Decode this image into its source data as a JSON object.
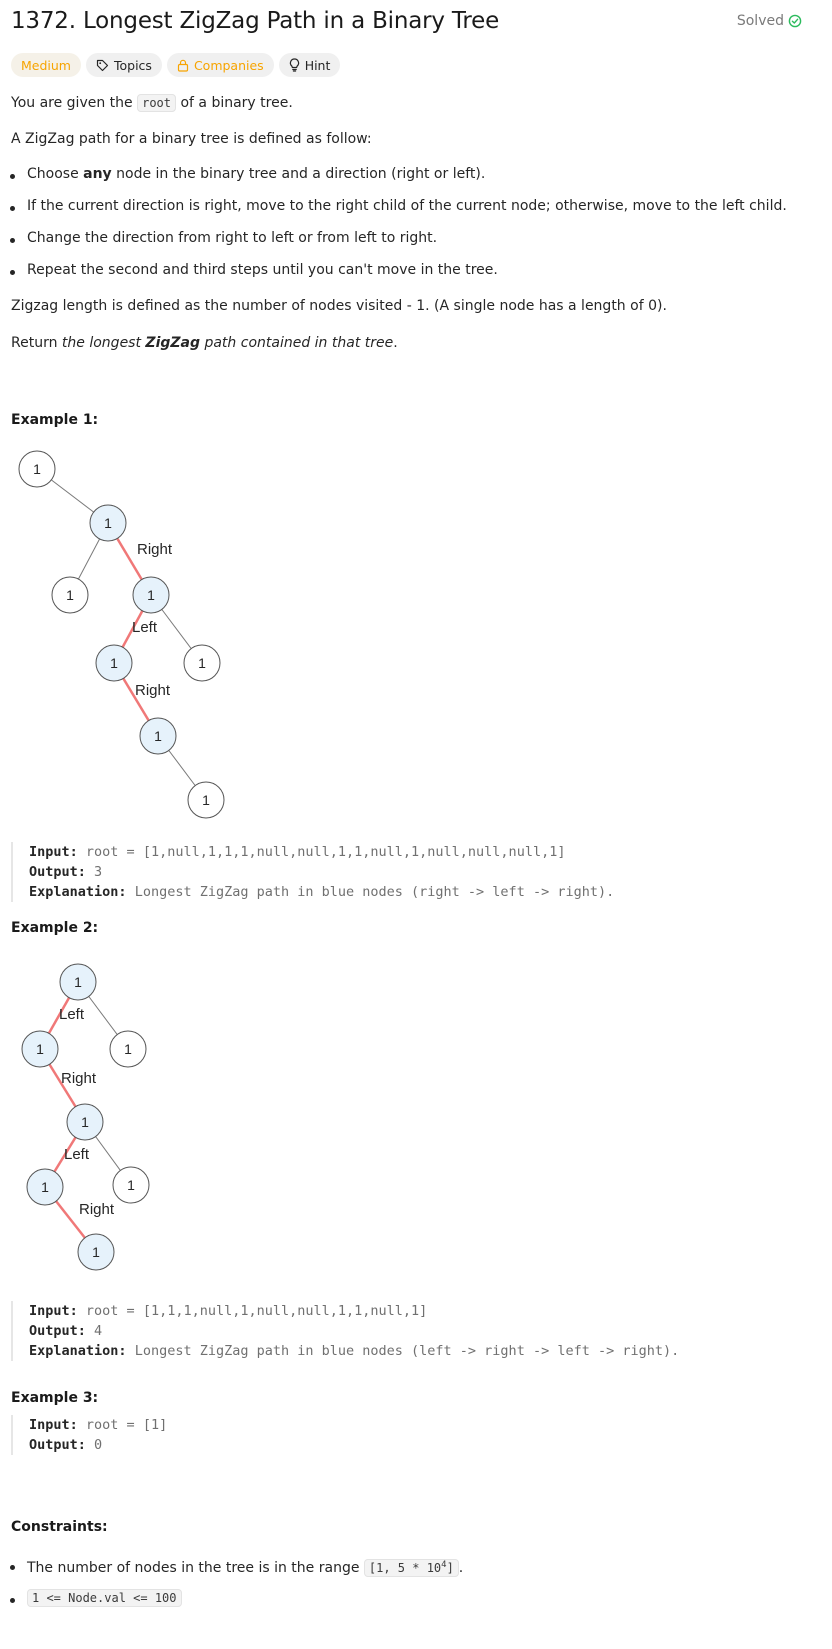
{
  "header": {
    "title": "1372. Longest ZigZag Path in a Binary Tree",
    "solved_label": "Solved"
  },
  "tags": {
    "difficulty": "Medium",
    "topics": "Topics",
    "companies": "Companies",
    "hint": "Hint"
  },
  "description": {
    "p1_pre": "You are given the ",
    "p1_code": "root",
    "p1_post": " of a binary tree.",
    "p2": "A ZigZag path for a binary tree is defined as follow:",
    "bullet1_pre": "Choose ",
    "bullet1_bold": "any",
    "bullet1_post": " node in the binary tree and a direction (right or left).",
    "bullet2": "If the current direction is right, move to the right child of the current node; otherwise, move to the left child.",
    "bullet3": "Change the direction from right to left or from left to right.",
    "bullet4": "Repeat the second and third steps until you can't move in the tree.",
    "p3": "Zigzag length is defined as the number of nodes visited - 1. (A single node has a length of 0).",
    "p4_pre": "Return ",
    "p4_em1": "the longest ",
    "p4_emb": "ZigZag",
    "p4_em2": " path contained in that tree",
    "p4_post": "."
  },
  "example1": {
    "title": "Example 1:",
    "input_label": "Input:",
    "input_value": "root = [1,null,1,1,1,null,null,1,1,null,1,null,null,null,1]",
    "output_label": "Output:",
    "output_value": "3",
    "explanation_label": "Explanation:",
    "explanation_value": "Longest ZigZag path in blue nodes (right -> left -> right).",
    "node_value": "1",
    "edge_labels": [
      "Right",
      "Left",
      "Right"
    ]
  },
  "example2": {
    "title": "Example 2:",
    "input_label": "Input:",
    "input_value": "root = [1,1,1,null,1,null,null,1,1,null,1]",
    "output_label": "Output:",
    "output_value": "4",
    "explanation_label": "Explanation:",
    "explanation_value": "Longest ZigZag path in blue nodes (left -> right -> left -> right).",
    "node_value": "1",
    "edge_labels": [
      "Left",
      "Right",
      "Left",
      "Right"
    ]
  },
  "example3": {
    "title": "Example 3:",
    "input_label": "Input:",
    "input_value": "root = [1]",
    "output_label": "Output:",
    "output_value": "0"
  },
  "constraints": {
    "title": "Constraints:",
    "c1_pre": "The number of nodes in the tree is in the range ",
    "c1_code_pre": "[1, 5 * 10",
    "c1_code_sup": "4",
    "c1_code_post": "]",
    "c1_post": ".",
    "c2_code": "1 <= Node.val <= 100"
  },
  "colors": {
    "highlight_edge": "#f07878",
    "highlight_node": "#e6f2fb",
    "medium": "#f7a400",
    "solved_check": "#2cbb5d"
  }
}
